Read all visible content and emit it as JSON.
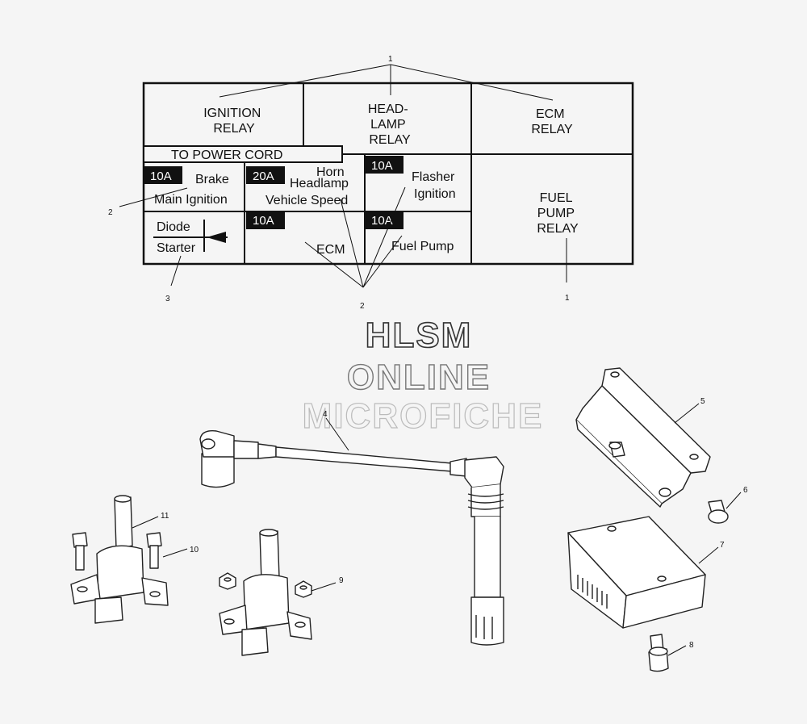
{
  "fuse_box": {
    "ignition_relay": [
      "IGNITION",
      "RELAY"
    ],
    "headlamp_relay": [
      "HEAD-",
      "LAMP",
      "RELAY"
    ],
    "ecm_relay": [
      "ECM",
      "RELAY"
    ],
    "fuel_pump_relay": [
      "FUEL",
      "PUMP",
      "RELAY"
    ],
    "power_cord": "TO POWER CORD",
    "fuse_brake": {
      "rating": "10A",
      "line1": "Brake",
      "line2": "Main Ignition"
    },
    "fuse_horn": {
      "rating": "20A",
      "line1": "Horn",
      "line2": "Headlamp",
      "line3": "Vehicle Speed"
    },
    "fuse_flasher": {
      "rating": "10A",
      "line1": "Flasher",
      "line2": "Ignition"
    },
    "fuse_ecm": {
      "rating": "10A",
      "line1": "ECM"
    },
    "fuse_fuel_pump": {
      "rating": "10A",
      "line1": "Fuel Pump"
    },
    "diode": {
      "line1": "Diode",
      "line2": "Starter"
    }
  },
  "callouts": {
    "c1_top": "1",
    "c1_bottom": "1",
    "c2_left": "2",
    "c2_bottom": "2",
    "c3": "3",
    "c4": "4",
    "c5": "5",
    "c6": "6",
    "c7": "7",
    "c8": "8",
    "c9": "9",
    "c10": "10",
    "c11": "11"
  },
  "watermark": [
    "HLSM",
    "ONLINE",
    "MICROFICHE"
  ]
}
